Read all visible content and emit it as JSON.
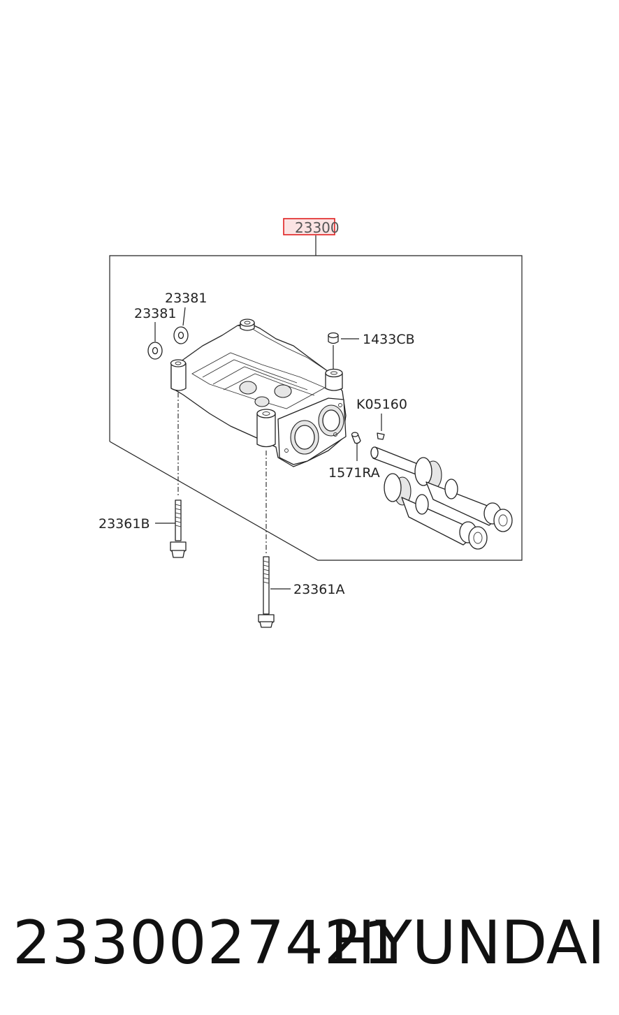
{
  "diagram": {
    "assembly_label": "23300",
    "callouts": {
      "washer_upper": "23381",
      "washer_lower": "23381",
      "plug": "1433CB",
      "key": "K05160",
      "pin": "1571RA",
      "bolt_b": "23361B",
      "bolt_a": "23361A"
    },
    "highlight_color": "#e02020"
  },
  "footer": {
    "part_number": "2330027421",
    "brand": "HYUNDAI"
  }
}
